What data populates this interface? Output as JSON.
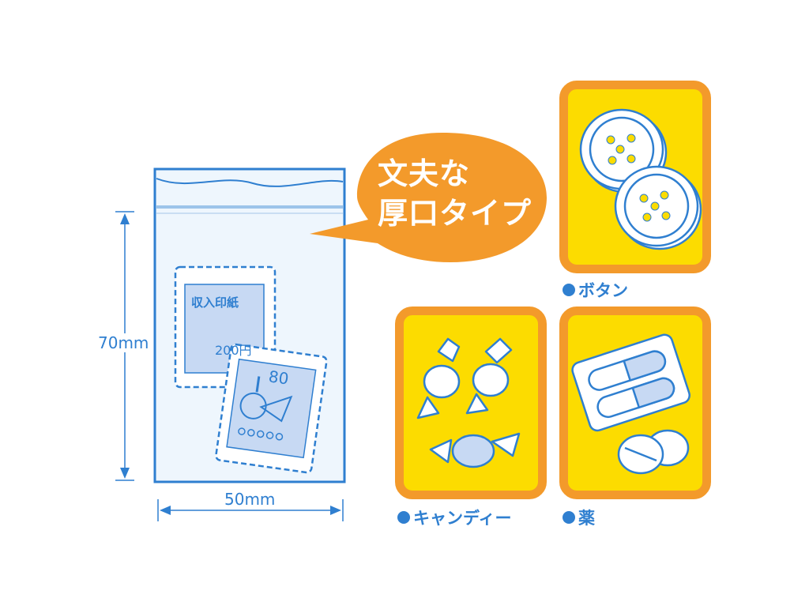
{
  "dimensions": {
    "height": "70mm",
    "width": "50mm"
  },
  "stamp1": {
    "title": "収入印紙",
    "value": "200円"
  },
  "stamp2": {
    "value": "80"
  },
  "bubble": {
    "line1": "文夫な",
    "line2": "厚口タイプ"
  },
  "items": [
    {
      "label": "ボタン",
      "icon": "buttons-icon"
    },
    {
      "label": "キャンディー",
      "icon": "candy-icon"
    },
    {
      "label": "薬",
      "icon": "medicine-icon"
    }
  ],
  "colors": {
    "blue": "#2f7fd0",
    "orange": "#f39a2b",
    "yellow": "#fcdc00",
    "bag_fill": "#eef6fd"
  }
}
